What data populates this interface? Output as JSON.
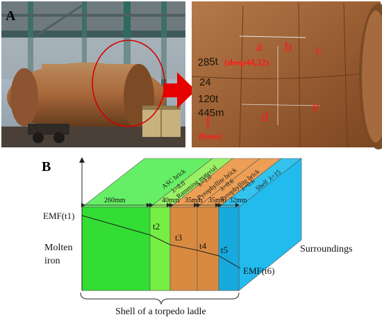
{
  "panel_a": {
    "label": "A",
    "photo_right": {
      "markers": {
        "a": "a",
        "a_note": "(deep44,32)",
        "b": "b",
        "c": "c",
        "d": "d",
        "e": "e",
        "f": "f",
        "f_note": "(base)"
      },
      "painted_text": [
        "285t",
        "24",
        "120t",
        "445m"
      ]
    },
    "colors": {
      "marker_red": "#ff1a1a",
      "arrow_red": "#e60000",
      "ellipse_red": "#d40000"
    }
  },
  "panel_b": {
    "label": "B",
    "layers": [
      {
        "name": "ASC brick",
        "lambda": "λ=8.0",
        "thickness": "260mm",
        "color": "#33dd33",
        "side_color": "#88ff88",
        "top_color": "#66ee66"
      },
      {
        "name": "Ramming material",
        "lambda": "λ=1.0",
        "thickness": "40mm",
        "color": "#77ee44",
        "side_color": "#aaff77",
        "top_color": "#99f266"
      },
      {
        "name": "Pyrophyllite brick",
        "lambda": "λ=0.6",
        "thickness": "35mm",
        "color": "#d98a40",
        "side_color": "#f5b56e",
        "top_color": "#ec9f55"
      },
      {
        "name": "Pyrophyllite brick",
        "lambda": "λ=0.6",
        "thickness": "35mm",
        "color": "#d98a40",
        "side_color": "#f5b56e",
        "top_color": "#ec9f55"
      },
      {
        "name": "Shell",
        "lambda": "λ=15",
        "thickness": "32mm",
        "color": "#18aadd",
        "side_color": "#22bbee",
        "top_color": "#33c3ee"
      }
    ],
    "temperatures": {
      "t1": "EMF(t1)",
      "t2": "t2",
      "t3": "t3",
      "t4": "t4",
      "t5": "t5",
      "t6": "EMF(t6)"
    },
    "left_label": [
      "Molten",
      "iron"
    ],
    "right_label": "Surroundings",
    "bottom_label": "Shell of a torpedo ladle"
  }
}
